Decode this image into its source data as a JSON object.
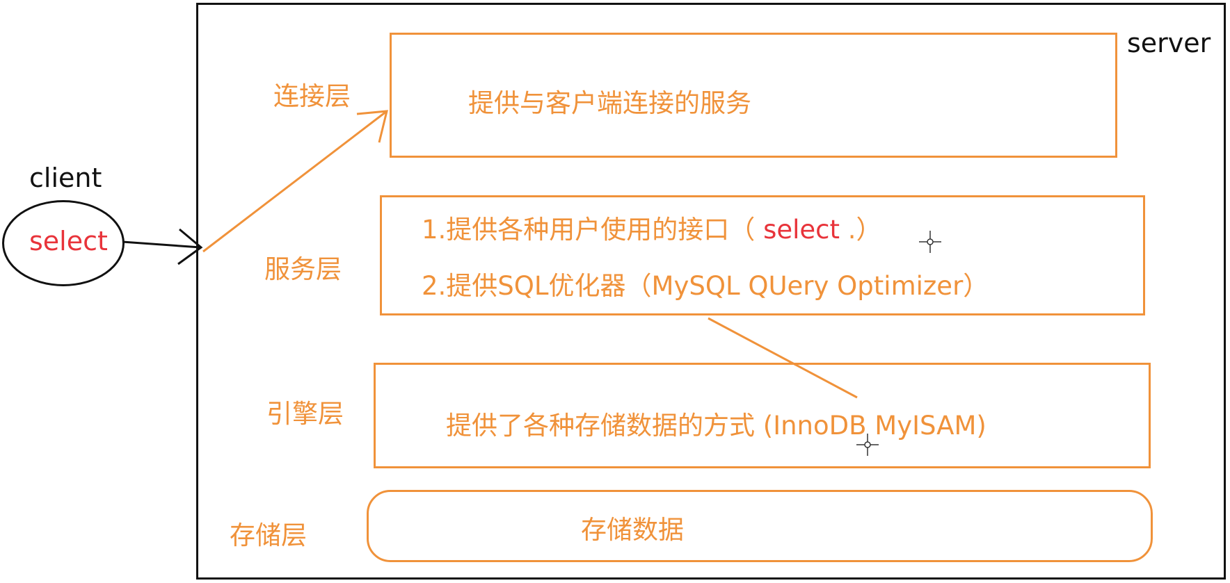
{
  "client": {
    "label": "client",
    "action": "select"
  },
  "server": {
    "label": "server"
  },
  "layers": {
    "connection": {
      "name": "连接层",
      "description": "提供与客户端连接的服务"
    },
    "service": {
      "name": "服务层",
      "line1_prefix": "1.提供各种用户使用的接口（ ",
      "line1_highlight": "select",
      "line1_suffix": " .）",
      "line2": "2.提供SQL优化器（MySQL QUery Optimizer）"
    },
    "engine": {
      "name": "引擎层",
      "description": "提供了各种存储数据的方式 (InnoDB  MyISAM)"
    },
    "storage": {
      "name": "存储层",
      "description": "存储数据"
    }
  },
  "colors": {
    "accent": "#f0923a",
    "highlight": "#e8333a",
    "ink": "#111111"
  },
  "icons": [
    "arrow-right-icon",
    "crosshair-cursor-icon"
  ]
}
